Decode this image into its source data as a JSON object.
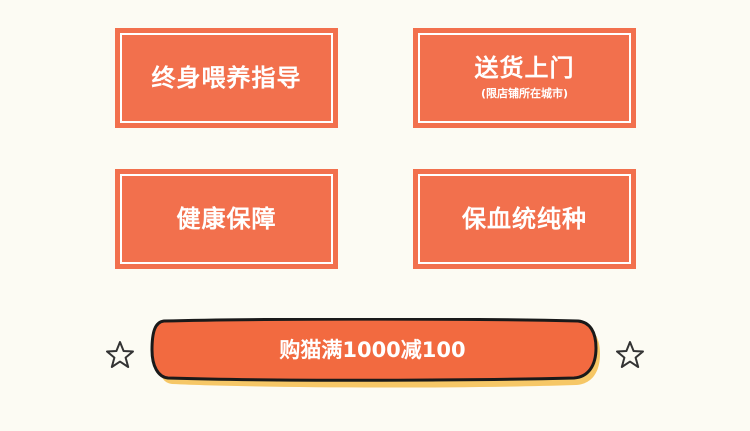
{
  "cards": [
    {
      "title": "终身喂养指导",
      "sub": ""
    },
    {
      "title": "送货上门",
      "sub": "(限店铺所在城市)"
    },
    {
      "title": "健康保障",
      "sub": ""
    },
    {
      "title": "保血统纯种",
      "sub": ""
    }
  ],
  "banner": {
    "text": "购猫满1000减100"
  },
  "icons": {
    "left": "star-outline-icon",
    "right": "star-outline-icon"
  },
  "colors": {
    "card": "#f2704d",
    "banner": "#f26a40",
    "shadow": "#f6c766",
    "background": "#fcfbf3"
  }
}
